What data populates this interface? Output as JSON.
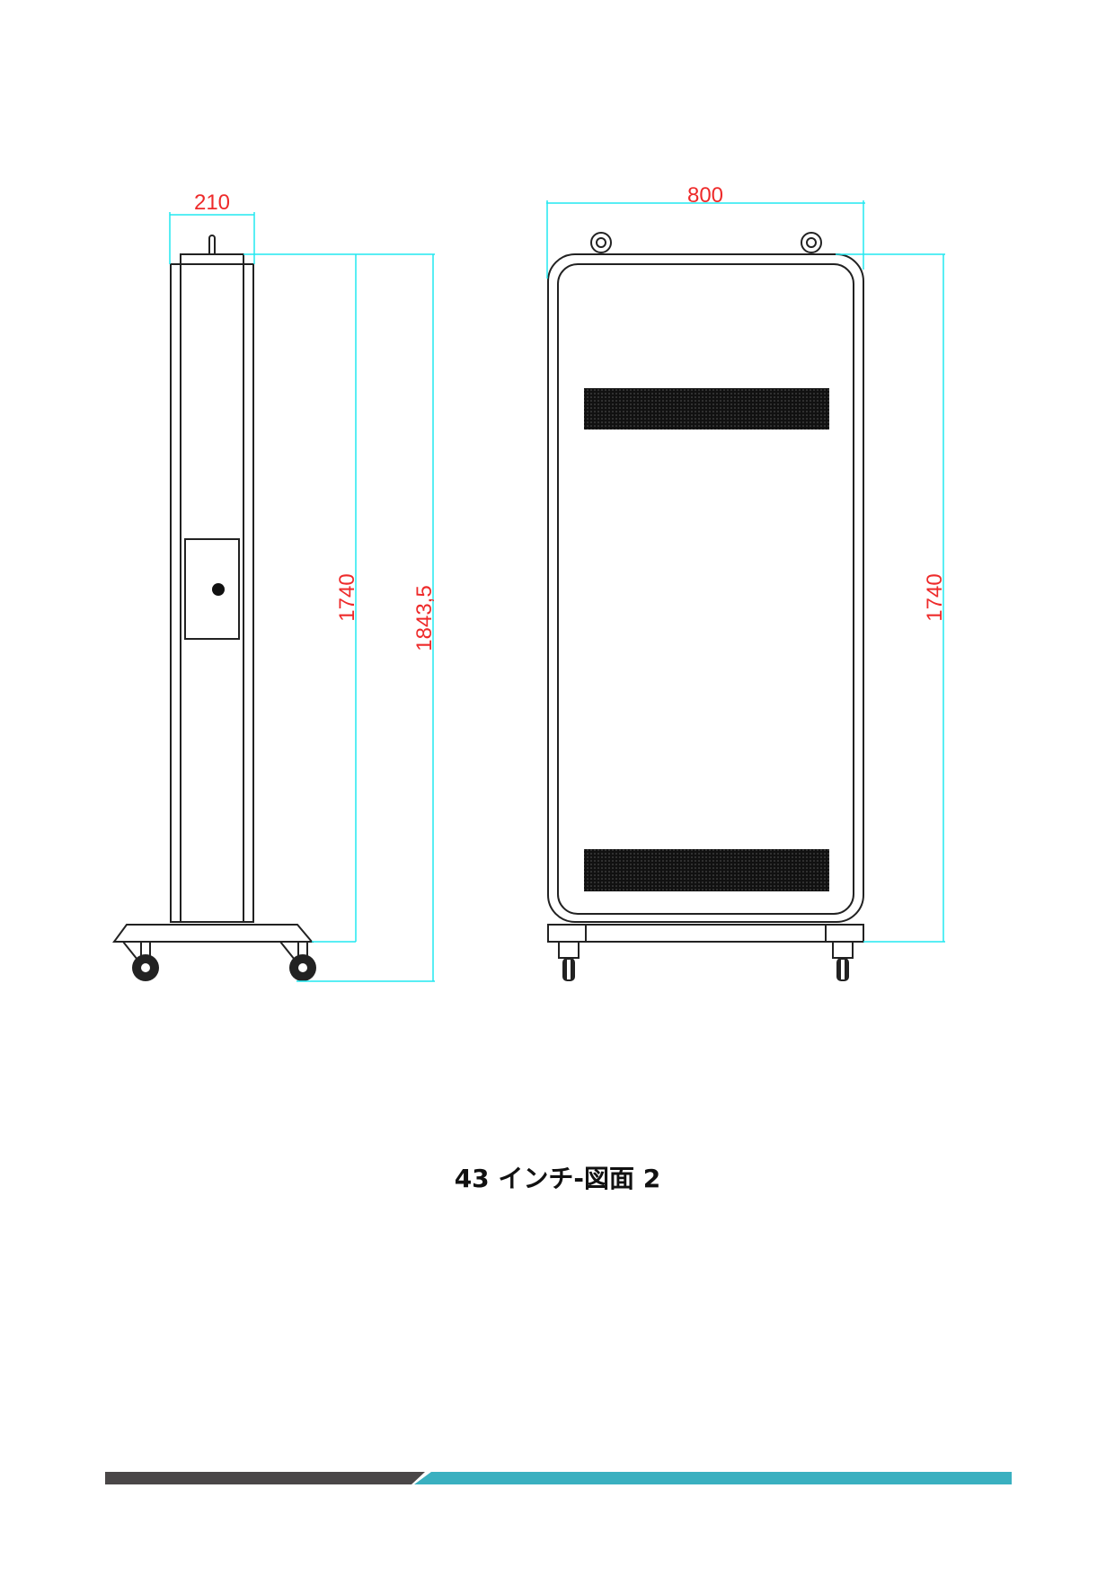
{
  "drawings": {
    "side_view": {
      "width_dim": "210",
      "body_height_dim": "1740",
      "total_height_dim": "1843,5"
    },
    "front_view": {
      "width_dim": "800",
      "height_dim": "1740"
    }
  },
  "caption": "43 インチ-図面 2",
  "colors": {
    "dimension_line": "#22e8f0",
    "dimension_text": "#ee2a2a",
    "footer_dark": "#4a4748",
    "footer_teal": "#3ab0c0"
  }
}
